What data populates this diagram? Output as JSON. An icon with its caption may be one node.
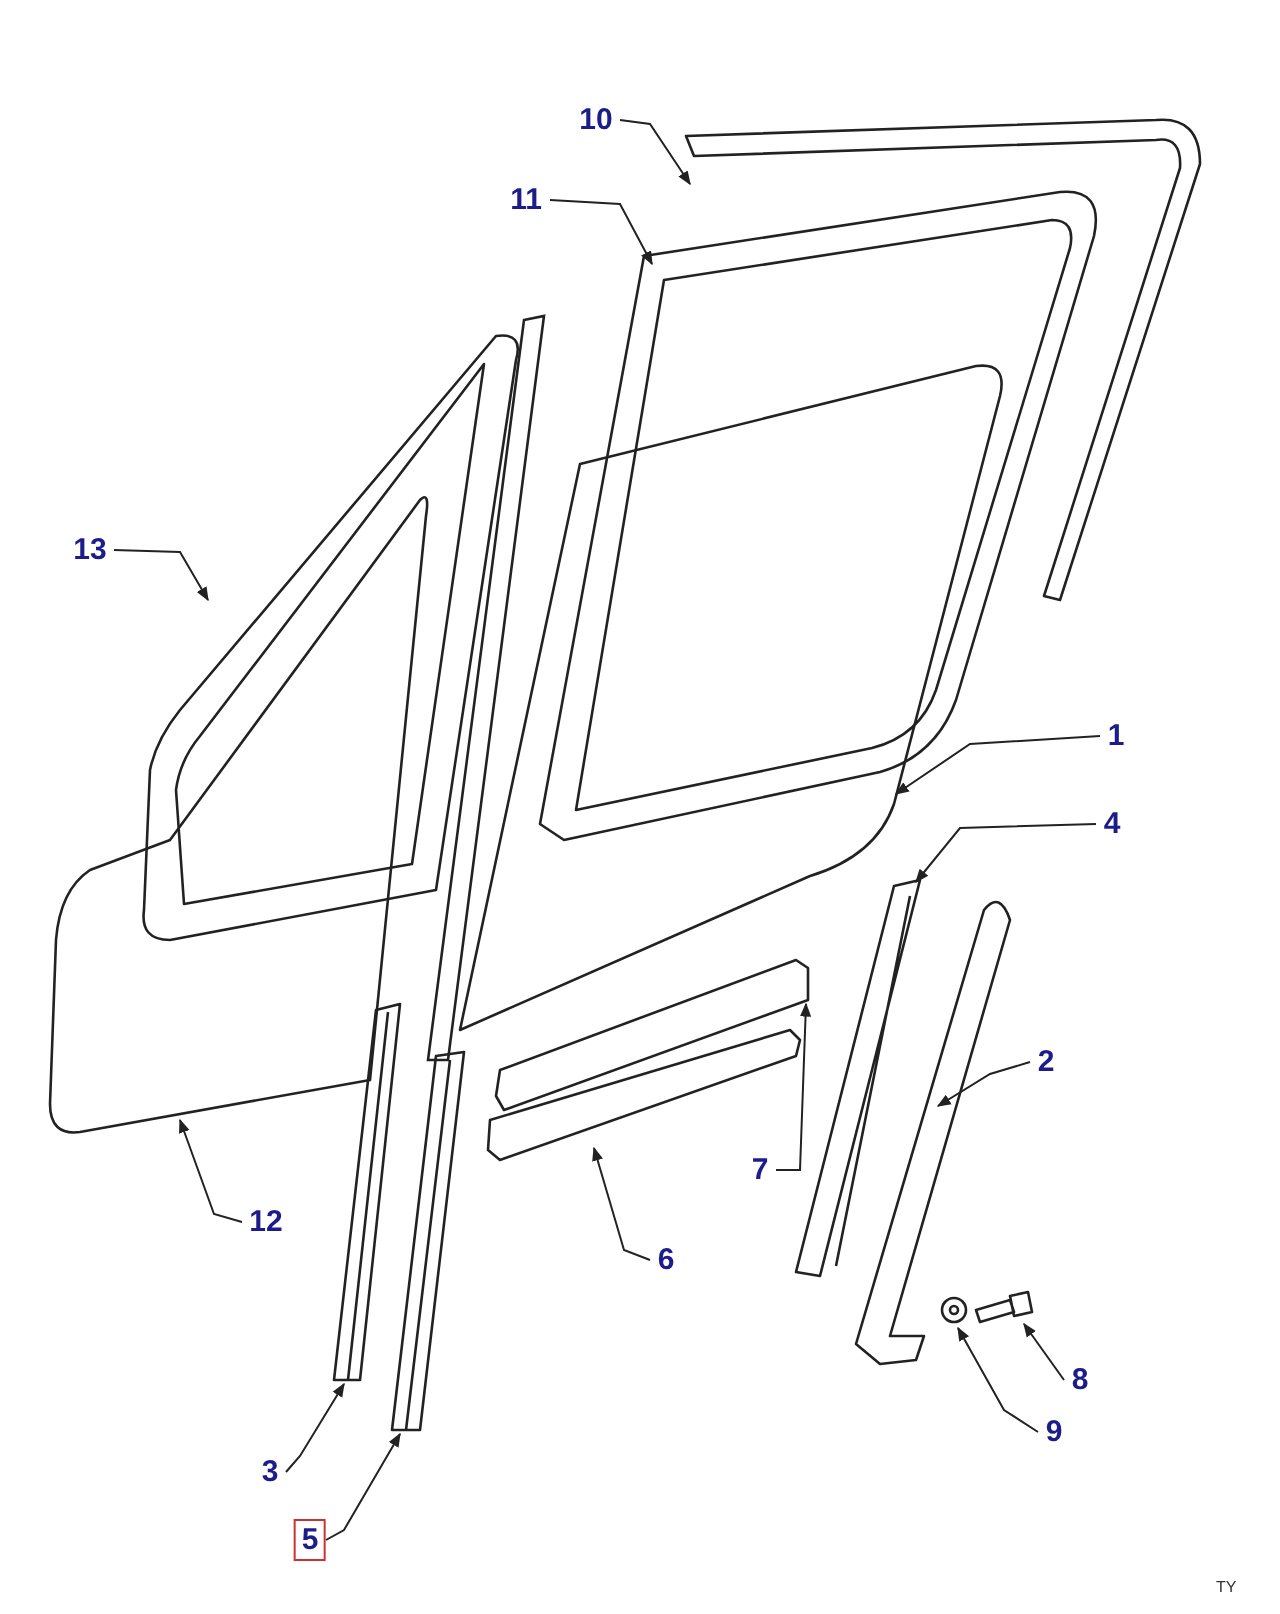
{
  "diagram": {
    "nodes": [
      {
        "text": [
          "10"
        ]
      },
      {
        "text": [
          "11"
        ]
      },
      {
        "text": [
          "13"
        ]
      },
      {
        "text": [
          "1"
        ]
      },
      {
        "text": [
          "4"
        ]
      },
      {
        "text": [
          "2"
        ]
      },
      {
        "text": [
          "7"
        ]
      },
      {
        "text": [
          "12"
        ]
      },
      {
        "text": [
          "6"
        ]
      },
      {
        "text": [
          "8"
        ]
      },
      {
        "text": [
          "9"
        ]
      },
      {
        "text": [
          "3"
        ]
      },
      {
        "text": [
          "5"
        ]
      },
      {
        "text": [],
        "shape": "picture"
      },
      {
        "text": [],
        "shape": "picture"
      },
      {
        "text": [],
        "shape": "picture"
      },
      {
        "text": [],
        "shape": "picture"
      },
      {
        "text": [],
        "shape": "picture"
      },
      {
        "text": [],
        "shape": "picture"
      },
      {
        "text": [],
        "shape": "picture"
      },
      {
        "text": [],
        "shape": "picture"
      },
      {
        "text": [],
        "shape": "picture"
      },
      {
        "text": [],
        "shape": "picture"
      },
      {
        "text": [],
        "shape": "picture"
      },
      {
        "text": [],
        "shape": "picture"
      },
      {
        "text": [],
        "shape": "picture"
      }
    ],
    "edges": [
      {
        "from": 0,
        "to": 13,
        "arrow": "to"
      },
      {
        "from": 1,
        "to": 14,
        "arrow": "to"
      },
      {
        "from": 2,
        "to": 15,
        "arrow": "to"
      },
      {
        "from": 3,
        "to": 16,
        "arrow": "to"
      },
      {
        "from": 4,
        "to": 17,
        "arrow": "to"
      },
      {
        "from": 5,
        "to": 18,
        "arrow": "to"
      },
      {
        "from": 6,
        "to": 19,
        "arrow": "to"
      },
      {
        "from": 7,
        "to": 20,
        "arrow": "to"
      },
      {
        "from": 8,
        "to": 21,
        "arrow": "to"
      },
      {
        "from": 9,
        "to": 22,
        "arrow": "to"
      },
      {
        "from": 10,
        "to": 23,
        "arrow": "to"
      },
      {
        "from": 11,
        "to": 24,
        "arrow": "to"
      },
      {
        "from": 12,
        "to": 25,
        "arrow": "to"
      }
    ],
    "labels": [
      "TY"
    ]
  }
}
